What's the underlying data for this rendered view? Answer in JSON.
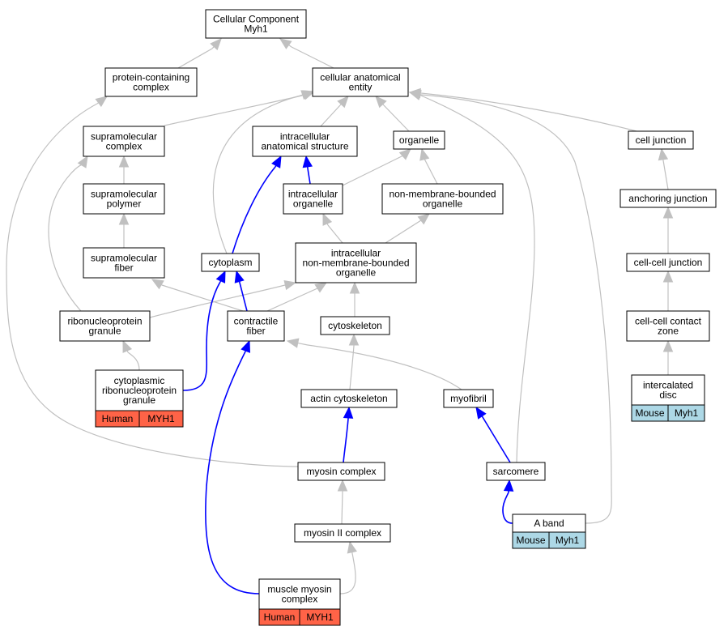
{
  "nodes": [
    {
      "id": "cc",
      "lines": [
        "Cellular Component",
        "Myh1"
      ]
    },
    {
      "id": "pcc",
      "lines": [
        "protein-containing",
        "complex"
      ]
    },
    {
      "id": "cae",
      "lines": [
        "cellular anatomical",
        "entity"
      ]
    },
    {
      "id": "smc",
      "lines": [
        "supramolecular",
        "complex"
      ]
    },
    {
      "id": "ias",
      "lines": [
        "intracellular",
        "anatomical structure"
      ]
    },
    {
      "id": "org",
      "lines": [
        "organelle"
      ]
    },
    {
      "id": "cj",
      "lines": [
        "cell junction"
      ]
    },
    {
      "id": "smp",
      "lines": [
        "supramolecular",
        "polymer"
      ]
    },
    {
      "id": "io",
      "lines": [
        "intracellular",
        "organelle"
      ]
    },
    {
      "id": "nmbo",
      "lines": [
        "non-membrane-bounded",
        "organelle"
      ]
    },
    {
      "id": "aj",
      "lines": [
        "anchoring junction"
      ]
    },
    {
      "id": "smf",
      "lines": [
        "supramolecular",
        "fiber"
      ]
    },
    {
      "id": "cyto",
      "lines": [
        "cytoplasm"
      ]
    },
    {
      "id": "inmbo",
      "lines": [
        "intracellular",
        "non-membrane-bounded",
        "organelle"
      ]
    },
    {
      "id": "ccj",
      "lines": [
        "cell-cell junction"
      ]
    },
    {
      "id": "rnpg",
      "lines": [
        "ribonucleoprotein",
        "granule"
      ]
    },
    {
      "id": "cf",
      "lines": [
        "contractile",
        "fiber"
      ]
    },
    {
      "id": "csk",
      "lines": [
        "cytoskeleton"
      ]
    },
    {
      "id": "cccz",
      "lines": [
        "cell-cell contact",
        "zone"
      ]
    },
    {
      "id": "crnpg",
      "lines": [
        "cytoplasmic",
        "ribonucleoprotein",
        "granule"
      ],
      "annot": [
        "Human",
        "MYH1"
      ],
      "annot_color": "#ff6347"
    },
    {
      "id": "acsk",
      "lines": [
        "actin cytoskeleton"
      ]
    },
    {
      "id": "mf",
      "lines": [
        "myofibril"
      ]
    },
    {
      "id": "icd",
      "lines": [
        "intercalated",
        "disc"
      ],
      "annot": [
        "Mouse",
        "Myh1"
      ],
      "annot_color": "#add8e6"
    },
    {
      "id": "myc",
      "lines": [
        "myosin complex"
      ]
    },
    {
      "id": "sarc",
      "lines": [
        "sarcomere"
      ]
    },
    {
      "id": "ab",
      "lines": [
        "A band"
      ],
      "annot": [
        "Mouse",
        "Myh1"
      ],
      "annot_color": "#add8e6"
    },
    {
      "id": "m2c",
      "lines": [
        "myosin II complex"
      ]
    },
    {
      "id": "mmc",
      "lines": [
        "muscle myosin",
        "complex"
      ],
      "annot": [
        "Human",
        "MYH1"
      ],
      "annot_color": "#ff6347"
    }
  ],
  "edges": [
    {
      "from": "pcc",
      "to": "cc",
      "color": "gray"
    },
    {
      "from": "cae",
      "to": "cc",
      "color": "gray"
    },
    {
      "from": "smc",
      "to": "cae",
      "color": "gray"
    },
    {
      "from": "ias",
      "to": "cae",
      "color": "gray"
    },
    {
      "from": "org",
      "to": "cae",
      "color": "gray"
    },
    {
      "from": "cj",
      "to": "cae",
      "color": "gray"
    },
    {
      "from": "cyto",
      "to": "cae",
      "color": "gray"
    },
    {
      "from": "sarc",
      "to": "cae",
      "color": "gray"
    },
    {
      "from": "ab",
      "to": "cae",
      "color": "gray"
    },
    {
      "from": "myc",
      "to": "pcc",
      "color": "gray"
    },
    {
      "from": "smp",
      "to": "smc",
      "color": "gray"
    },
    {
      "from": "rnpg",
      "to": "smc",
      "color": "gray"
    },
    {
      "from": "smf",
      "to": "smp",
      "color": "gray"
    },
    {
      "from": "cf",
      "to": "smf",
      "color": "gray"
    },
    {
      "from": "io",
      "to": "ias",
      "color": "blue"
    },
    {
      "from": "cyto",
      "to": "ias",
      "color": "blue"
    },
    {
      "from": "io",
      "to": "org",
      "color": "gray"
    },
    {
      "from": "nmbo",
      "to": "org",
      "color": "gray"
    },
    {
      "from": "inmbo",
      "to": "io",
      "color": "gray"
    },
    {
      "from": "inmbo",
      "to": "nmbo",
      "color": "gray"
    },
    {
      "from": "rnpg",
      "to": "inmbo",
      "color": "gray"
    },
    {
      "from": "cf",
      "to": "inmbo",
      "color": "gray"
    },
    {
      "from": "csk",
      "to": "inmbo",
      "color": "gray"
    },
    {
      "from": "aj",
      "to": "cj",
      "color": "gray"
    },
    {
      "from": "ccj",
      "to": "aj",
      "color": "gray"
    },
    {
      "from": "cccz",
      "to": "ccj",
      "color": "gray"
    },
    {
      "from": "icd",
      "to": "cccz",
      "color": "gray"
    },
    {
      "from": "crnpg",
      "to": "rnpg",
      "color": "gray"
    },
    {
      "from": "crnpg",
      "to": "cyto",
      "color": "blue"
    },
    {
      "from": "cf",
      "to": "cyto",
      "color": "blue"
    },
    {
      "from": "mf",
      "to": "cf",
      "color": "gray"
    },
    {
      "from": "mmc",
      "to": "cf",
      "color": "blue"
    },
    {
      "from": "acsk",
      "to": "csk",
      "color": "gray"
    },
    {
      "from": "myc",
      "to": "acsk",
      "color": "blue"
    },
    {
      "from": "sarc",
      "to": "mf",
      "color": "blue"
    },
    {
      "from": "m2c",
      "to": "myc",
      "color": "gray"
    },
    {
      "from": "ab",
      "to": "sarc",
      "color": "blue"
    },
    {
      "from": "mmc",
      "to": "m2c",
      "color": "gray"
    }
  ]
}
